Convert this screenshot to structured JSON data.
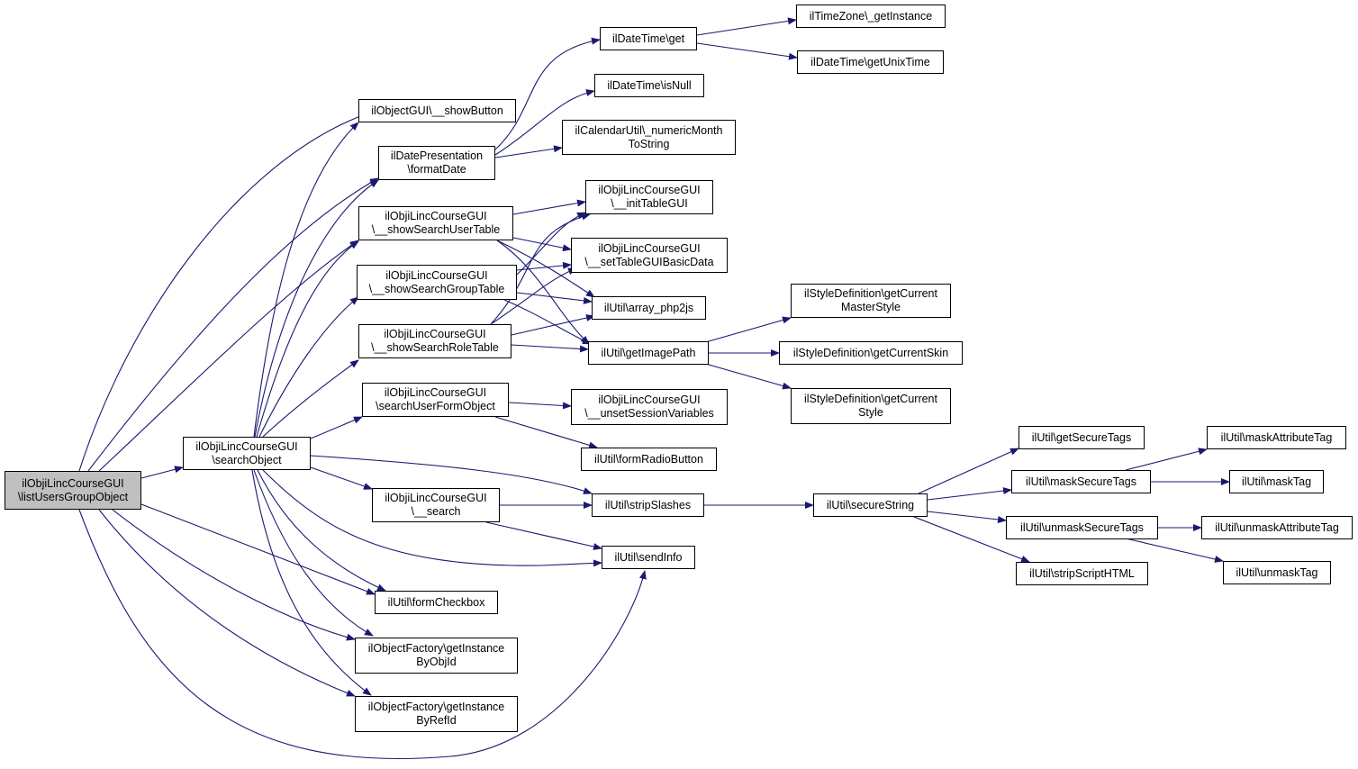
{
  "colors": {
    "edge": "#191970",
    "node_border": "#000000",
    "root_fill": "#bfbfbf"
  },
  "nodes": {
    "root": "ilObjiLincCourseGUI\n\\listUsersGroupObject",
    "search_object": "ilObjiLincCourseGUI\n\\searchObject",
    "show_button": "ilObjectGUI\\__showButton",
    "format_date": "ilDatePresentation\n\\formatDate",
    "show_search_user_table": "ilObjiLincCourseGUI\n\\__showSearchUserTable",
    "show_search_group_table": "ilObjiLincCourseGUI\n\\__showSearchGroupTable",
    "show_search_role_table": "ilObjiLincCourseGUI\n\\__showSearchRoleTable",
    "search_user_form_object": "ilObjiLincCourseGUI\n\\searchUserFormObject",
    "search": "ilObjiLincCourseGUI\n\\__search",
    "form_checkbox": "ilUtil\\formCheckbox",
    "get_instance_by_obj_id": "ilObjectFactory\\getInstance\nByObjId",
    "get_instance_by_ref_id": "ilObjectFactory\\getInstance\nByRefId",
    "datetime_get": "ilDateTime\\get",
    "datetime_is_null": "ilDateTime\\isNull",
    "numeric_month": "ilCalendarUtil\\_numericMonth\nToString",
    "init_table_gui": "ilObjiLincCourseGUI\n\\__initTableGUI",
    "set_table_gui_basic": "ilObjiLincCourseGUI\n\\__setTableGUIBasicData",
    "array_php2js": "ilUtil\\array_php2js",
    "get_image_path": "ilUtil\\getImagePath",
    "unset_session_vars": "ilObjiLincCourseGUI\n\\__unsetSessionVariables",
    "form_radio_button": "ilUtil\\formRadioButton",
    "strip_slashes": "ilUtil\\stripSlashes",
    "send_info": "ilUtil\\sendInfo",
    "timezone_get_instance": "ilTimeZone\\_getInstance",
    "get_unix_time": "ilDateTime\\getUnixTime",
    "get_current_master_style": "ilStyleDefinition\\getCurrent\nMasterStyle",
    "get_current_skin": "ilStyleDefinition\\getCurrentSkin",
    "get_current_style": "ilStyleDefinition\\getCurrent\nStyle",
    "secure_string": "ilUtil\\secureString",
    "get_secure_tags": "ilUtil\\getSecureTags",
    "mask_secure_tags": "ilUtil\\maskSecureTags",
    "unmask_secure_tags": "ilUtil\\unmaskSecureTags",
    "strip_script_html": "ilUtil\\stripScriptHTML",
    "mask_attribute_tag": "ilUtil\\maskAttributeTag",
    "mask_tag": "ilUtil\\maskTag",
    "unmask_attribute_tag": "ilUtil\\unmaskAttributeTag",
    "unmask_tag": "ilUtil\\unmaskTag"
  }
}
